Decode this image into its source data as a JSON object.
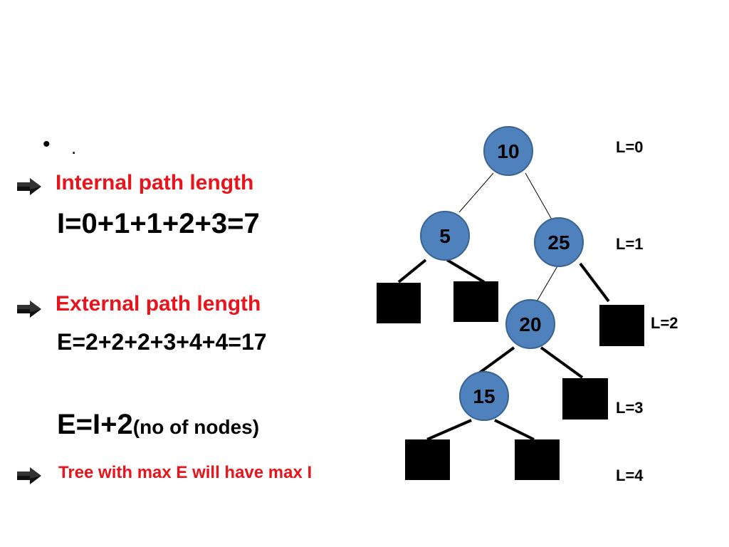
{
  "slide": {
    "bullet_symbol": "•",
    "bullet_text": ".",
    "internal_label": "Internal path length",
    "internal_formula": "I=0+1+1+2+3=7",
    "external_label": "External path length",
    "external_formula": "E=2+2+2+3+4+4=17",
    "relation_main": "E=I+2",
    "relation_sub": "(no of nodes)",
    "max_statement": "Tree with max E will have max I"
  },
  "tree": {
    "node_values": [
      "10",
      "5",
      "25",
      "20",
      "15"
    ],
    "level_labels": [
      "L=0",
      "L=1",
      "L=2",
      "L=3",
      "L=4"
    ],
    "node_color": "#4f81bd",
    "node_stroke": "#3a6390",
    "external_node_color": "#000000"
  },
  "colors": {
    "accent_red": "#e8141c",
    "text": "#000000"
  },
  "icons": {
    "arrow": "right-arrow-bullet-icon"
  }
}
